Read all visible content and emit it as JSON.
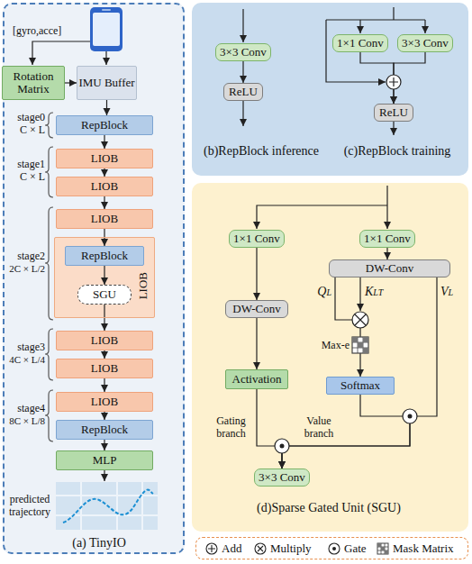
{
  "diagram": {
    "nodes": [
      {
        "text": [
          "(a) TinyIO"
        ]
      },
      {
        "text": [
          "Rotation Matrix"
        ],
        "in": 0
      },
      {
        "text": [
          "IMU Buffer"
        ],
        "in": 0
      },
      {
        "text": [
          "RepBlock"
        ],
        "in": 0
      },
      {
        "text": [
          "LIOB"
        ],
        "in": 0
      },
      {
        "text": [
          "LIOB"
        ],
        "in": 0
      },
      {
        "text": [
          "LIOB"
        ],
        "in": 0
      },
      {
        "text": [
          "LIOB"
        ],
        "in": 0
      },
      {
        "text": [
          "RepBlock"
        ],
        "in": 7
      },
      {
        "text": [
          "SGU"
        ],
        "in": 7
      },
      {
        "text": [
          "LIOB"
        ],
        "in": 0
      },
      {
        "text": [
          "LIOB"
        ],
        "in": 0
      },
      {
        "text": [
          "LIOB"
        ],
        "in": 0
      },
      {
        "text": [
          "RepBlock"
        ],
        "in": 0
      },
      {
        "text": [
          "MLP"
        ],
        "in": 0
      },
      {
        "text": [
          "(b)RepBlock inference",
          "(c)RepBlock training"
        ]
      },
      {
        "text": [
          "3×3 Conv"
        ],
        "in": 15
      },
      {
        "text": [
          "ReLU"
        ],
        "in": 15
      },
      {
        "text": [
          "1×1 Conv"
        ],
        "in": 15
      },
      {
        "text": [
          "3×3 Conv"
        ],
        "in": 15
      },
      {
        "text": [
          "ReLU"
        ],
        "in": 15
      },
      {
        "text": [
          "(d)Sparse Gated Unit (SGU)"
        ]
      },
      {
        "text": [
          "1×1 Conv"
        ],
        "in": 21
      },
      {
        "text": [
          "1×1 Conv"
        ],
        "in": 21
      },
      {
        "text": [
          "DW-Conv"
        ],
        "in": 21
      },
      {
        "text": [
          "DW-Conv"
        ],
        "in": 21
      },
      {
        "text": [
          "Softmax"
        ],
        "in": 21
      },
      {
        "text": [
          "Activation"
        ],
        "in": 21
      },
      {
        "text": [
          "3×3 Conv"
        ],
        "in": 21
      }
    ],
    "edges": [
      {
        "from": 1,
        "to": 2,
        "arrow": "to"
      },
      {
        "from": 2,
        "to": 3,
        "arrow": "to"
      },
      {
        "from": 3,
        "to": 4,
        "arrow": "to"
      },
      {
        "from": 4,
        "to": 5,
        "arrow": "to"
      },
      {
        "from": 5,
        "to": 6,
        "arrow": "to"
      },
      {
        "from": 6,
        "to": 8,
        "arrow": "to"
      },
      {
        "from": 8,
        "to": 9,
        "arrow": "to"
      },
      {
        "from": 9,
        "to": 10,
        "arrow": "to"
      },
      {
        "from": 10,
        "to": 11,
        "arrow": "to"
      },
      {
        "from": 11,
        "to": 12,
        "arrow": "to"
      },
      {
        "from": 12,
        "to": 13,
        "arrow": "to"
      },
      {
        "from": 13,
        "to": 14,
        "arrow": "to"
      },
      {
        "from": 16,
        "to": 17,
        "arrow": "to"
      },
      {
        "from": 18,
        "to": 20,
        "arrow": "to"
      },
      {
        "from": 19,
        "to": 20,
        "arrow": "to"
      },
      {
        "from": 22,
        "to": 25,
        "arrow": "to"
      },
      {
        "from": 23,
        "to": 24,
        "arrow": "to"
      },
      {
        "from": 25,
        "to": 27,
        "arrow": "to"
      },
      {
        "from": 24,
        "to": 26,
        "arrow": "to"
      },
      {
        "from": 26,
        "to": 28,
        "arrow": "to"
      },
      {
        "from": 24,
        "to": 28,
        "arrow": "to"
      },
      {
        "from": 27,
        "to": 28,
        "arrow": "to"
      }
    ],
    "labels": [
      "[gyro,acce]",
      "stage0",
      "C × L",
      "stage1",
      "C × L",
      "stage2",
      "2C × L/2",
      "stage3",
      "4C × L/4",
      "stage4",
      "8C × L/8",
      "predicted trajectory",
      "QL",
      "KLT",
      "VL",
      "Max-e",
      "Gating branch",
      "Value branch"
    ],
    "legend": [
      {
        "text": "Add"
      },
      {
        "text": "Multiply"
      },
      {
        "text": "Gate"
      },
      {
        "text": "Mask Matrix"
      }
    ]
  }
}
